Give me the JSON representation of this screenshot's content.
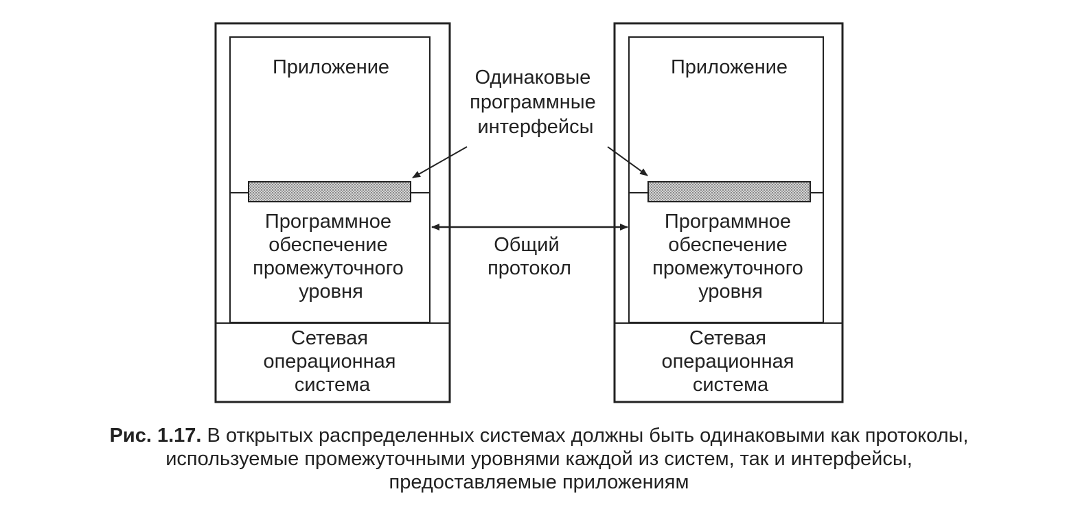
{
  "diagram": {
    "left_system": {
      "application_label": "Приложение",
      "middleware_label": [
        "Программное",
        "обеспечение",
        "промежуточного",
        "уровня"
      ],
      "network_os_label": [
        "Сетевая",
        "операционная",
        "система"
      ]
    },
    "right_system": {
      "application_label": "Приложение",
      "middleware_label": [
        "Программное",
        "обеспечение",
        "промежуточного",
        "уровня"
      ],
      "network_os_label": [
        "Сетевая",
        "операционная",
        "система"
      ]
    },
    "interfaces_label": [
      "Одинаковые",
      "программные",
      "интерфейсы"
    ],
    "protocol_label": [
      "Общий",
      "протокол"
    ]
  },
  "caption": {
    "figure_label": "Рис. 1.17.",
    "line1": " В открытых распределенных системах должны быть одинаковыми как протоколы,",
    "line2": "используемые промежуточными уровнями каждой из систем, так и интерфейсы,",
    "line3": "предоставляемые приложениям"
  },
  "colors": {
    "ink": "#222222",
    "interface_bar_fill": "#b8b8b8",
    "background": "#ffffff"
  }
}
